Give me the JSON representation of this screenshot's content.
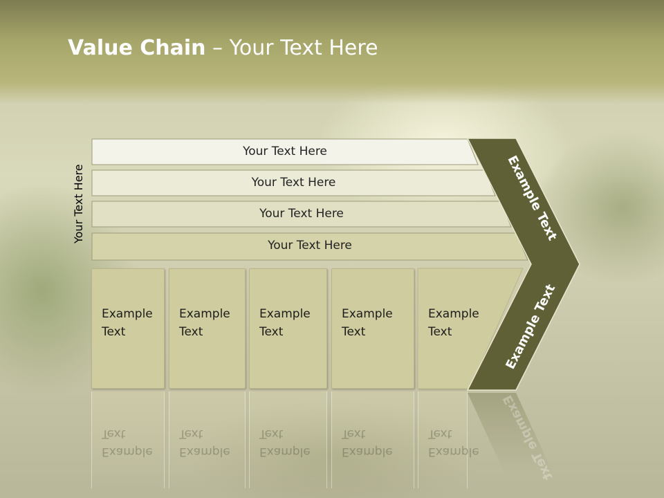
{
  "title": {
    "bold": "Value Chain",
    "rest": " – Your Text Here"
  },
  "side_label": "Your Text Here",
  "bars": [
    {
      "label": "Your Text Here",
      "color": "#f3f3ea"
    },
    {
      "label": "Your Text Here",
      "color": "#ebebd8"
    },
    {
      "label": "Your Text Here",
      "color": "#e1e0c4"
    },
    {
      "label": "Your Text Here",
      "color": "#d5d3aa"
    }
  ],
  "boxes": [
    {
      "label": "Example\nText"
    },
    {
      "label": "Example\nText"
    },
    {
      "label": "Example\nText"
    },
    {
      "label": "Example\nText"
    },
    {
      "label": "Example\nText"
    }
  ],
  "chevron": {
    "upper_label": "Example Text",
    "lower_label": "Example Text",
    "color": "#5f6036"
  }
}
